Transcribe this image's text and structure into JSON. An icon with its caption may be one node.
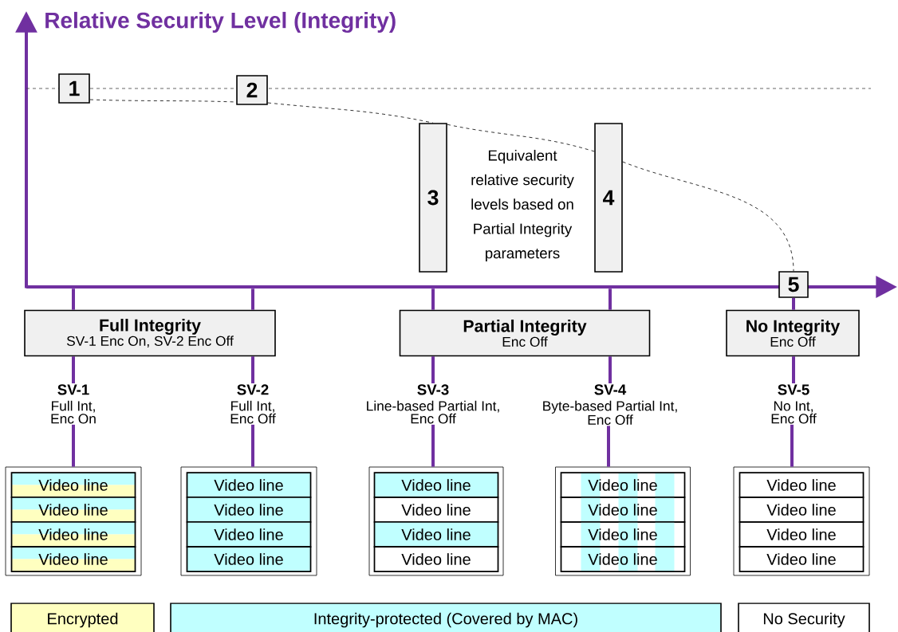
{
  "diagram": {
    "title": "Relative Security Level (Integrity)",
    "nodes": [
      {
        "text": [
          "1"
        ]
      },
      {
        "text": [
          "2"
        ]
      },
      {
        "text": [
          "3"
        ]
      },
      {
        "text": [
          "4"
        ]
      },
      {
        "text": [
          "5"
        ]
      },
      {
        "text": [
          "Full Integrity",
          "SV-1 Enc On, SV-2 Enc Off"
        ]
      },
      {
        "text": [
          "Partial Integrity",
          "Enc Off"
        ]
      },
      {
        "text": [
          "No Integrity",
          "Enc Off"
        ]
      },
      {
        "text": [
          "SV-1",
          "Full Int, Enc On"
        ]
      },
      {
        "text": [
          "SV-2",
          "Full Int, Enc Off"
        ]
      },
      {
        "text": [
          "SV-3",
          "Line-based Partial Int, Enc Off"
        ]
      },
      {
        "text": [
          "SV-4",
          "Byte-based Partial Int, Enc Off"
        ]
      },
      {
        "text": [
          "SV-5",
          "No Int, Enc Off"
        ]
      },
      {
        "text": [],
        "shape": "box"
      },
      {
        "text": [],
        "shape": "box"
      },
      {
        "text": [],
        "shape": "box"
      },
      {
        "text": [],
        "shape": "box"
      },
      {
        "text": [],
        "shape": "box"
      },
      {
        "text": [
          "Video line"
        ],
        "in": 13
      },
      {
        "text": [
          "Video line"
        ],
        "in": 13
      },
      {
        "text": [
          "Video line"
        ],
        "in": 13
      },
      {
        "text": [
          "Video line"
        ],
        "in": 13
      },
      {
        "text": [
          "Video line"
        ],
        "in": 14
      },
      {
        "text": [
          "Video line"
        ],
        "in": 14
      },
      {
        "text": [
          "Video line"
        ],
        "in": 14
      },
      {
        "text": [
          "Video line"
        ],
        "in": 14
      },
      {
        "text": [
          "Video line"
        ],
        "in": 15
      },
      {
        "text": [
          "Video line"
        ],
        "in": 15
      },
      {
        "text": [
          "Video line"
        ],
        "in": 15
      },
      {
        "text": [
          "Video line"
        ],
        "in": 15
      },
      {
        "text": [
          "Video line"
        ],
        "in": 16
      },
      {
        "text": [
          "Video line"
        ],
        "in": 16
      },
      {
        "text": [
          "Video line"
        ],
        "in": 16
      },
      {
        "text": [
          "Video line"
        ],
        "in": 16
      },
      {
        "text": [
          "Video line"
        ],
        "in": 17
      },
      {
        "text": [
          "Video line"
        ],
        "in": 17
      },
      {
        "text": [
          "Video line"
        ],
        "in": 17
      },
      {
        "text": [
          "Video line"
        ],
        "in": 17
      },
      {
        "text": [],
        "shape": "axis"
      }
    ],
    "edges": [
      {
        "from": 0,
        "to": 1,
        "arrow": "none",
        "style": "dashed",
        "color": "#000000"
      },
      {
        "from": 1,
        "to": 2,
        "arrow": "none",
        "style": "dashed",
        "color": "#000000"
      },
      {
        "from": 2,
        "to": 3,
        "arrow": "none",
        "style": "dashed",
        "color": "#000000"
      },
      {
        "from": 3,
        "to": 4,
        "arrow": "none",
        "style": "dashed",
        "color": "#000000"
      },
      {
        "from": 38,
        "to": 5,
        "arrow": "none"
      },
      {
        "from": 38,
        "to": 5,
        "arrow": "none"
      },
      {
        "from": 38,
        "to": 6,
        "arrow": "none"
      },
      {
        "from": 38,
        "to": 6,
        "arrow": "none"
      },
      {
        "from": 4,
        "to": 7,
        "arrow": "none"
      },
      {
        "from": 5,
        "to": 8,
        "arrow": "none"
      },
      {
        "from": 5,
        "to": 9,
        "arrow": "none"
      },
      {
        "from": 6,
        "to": 10,
        "arrow": "none"
      },
      {
        "from": 6,
        "to": 11,
        "arrow": "none"
      },
      {
        "from": 7,
        "to": 12,
        "arrow": "none"
      },
      {
        "from": 8,
        "to": 13,
        "arrow": "none"
      },
      {
        "from": 9,
        "to": 14,
        "arrow": "none"
      },
      {
        "from": 10,
        "to": 15,
        "arrow": "none"
      },
      {
        "from": 11,
        "to": 16,
        "arrow": "none"
      },
      {
        "from": 12,
        "to": 17,
        "arrow": "none"
      }
    ],
    "labels": [
      "Equivalent relative security levels based on Partial Integrity parameters"
    ],
    "legend": [
      {
        "text": "Encrypted",
        "color": "#ffffc0"
      },
      {
        "text": "Integrity-protected (Covered by MAC)",
        "color": "#c0ffff"
      },
      {
        "text": "No Security"
      }
    ]
  }
}
